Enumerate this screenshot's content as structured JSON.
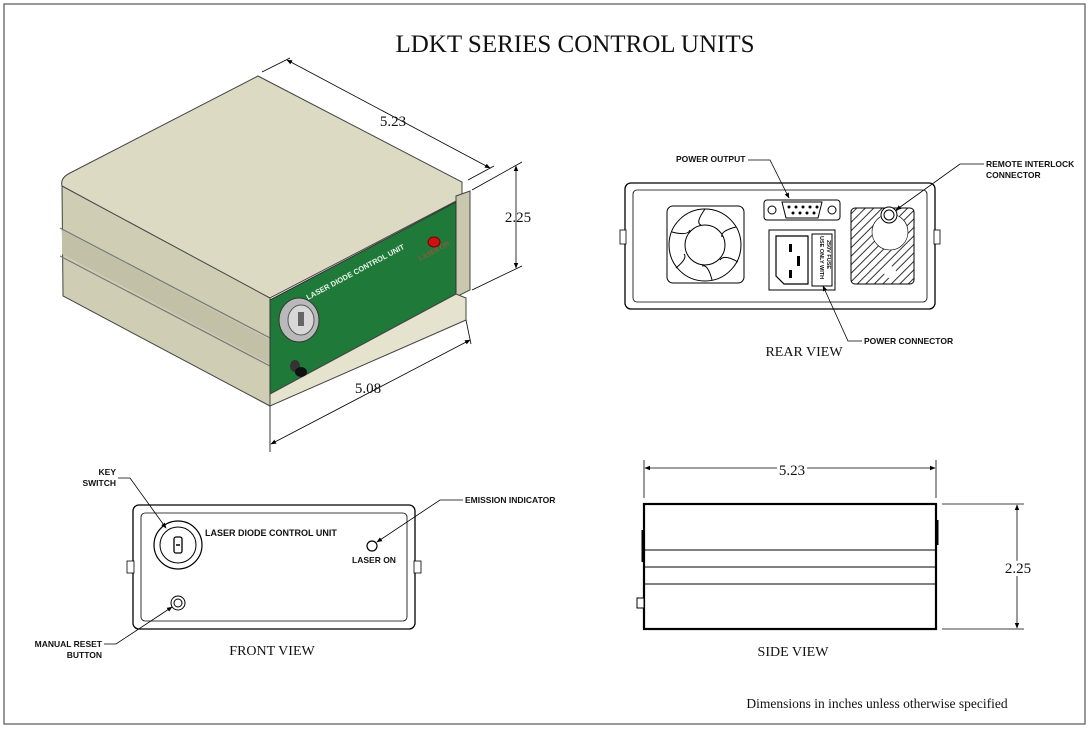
{
  "title": "LDKT SERIES CONTROL UNITS",
  "iso_view": {
    "dim_width": "5.23",
    "dim_height": "2.25",
    "dim_depth": "5.08",
    "panel_text": "LASER DIODE CONTROL UNIT",
    "led_text": "LASER ON"
  },
  "rear_view": {
    "caption": "REAR VIEW",
    "callout_power_output": "POWER OUTPUT",
    "callout_remote_line1": "REMOTE INTERLOCK",
    "callout_remote_line2": "CONNECTOR",
    "callout_power_connector": "POWER CONNECTOR",
    "fuse_label_line1": "USE ONLY WITH",
    "fuse_label_line2": "250V FUSE"
  },
  "front_view": {
    "caption": "FRONT VIEW",
    "panel_text": "LASER DIODE CONTROL UNIT",
    "led_text": "LASER ON",
    "callout_key_line1": "KEY",
    "callout_key_line2": "SWITCH",
    "callout_emission": "EMISSION INDICATOR",
    "callout_reset_line1": "MANUAL RESET",
    "callout_reset_line2": "BUTTON"
  },
  "side_view": {
    "caption": "SIDE VIEW",
    "dim_width": "5.23",
    "dim_height": "2.25"
  },
  "footnote": "Dimensions in inches unless otherwise specified",
  "colors": {
    "housing": "#dcdac3",
    "panel_green": "#1f7a3a",
    "led_red": "#cc1111"
  }
}
